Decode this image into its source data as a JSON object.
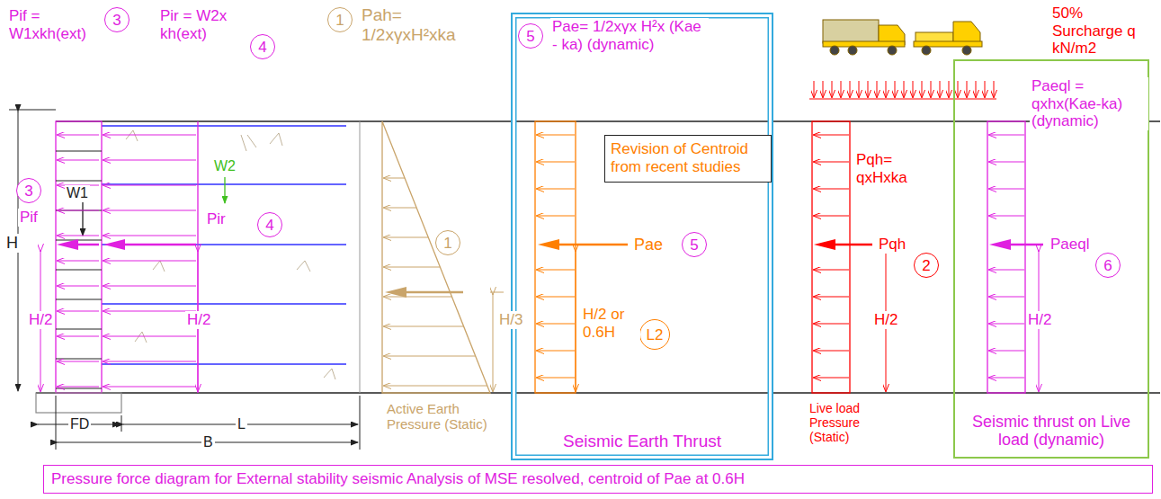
{
  "diagram": {
    "caption": "Pressure force diagram for External stability seismic Analysis of MSE resolved, centroid of Pae at 0.6H",
    "nodes": [
      {
        "text": [
          "3"
        ]
      },
      {
        "text": [
          "4"
        ]
      },
      {
        "text": [
          "1"
        ]
      },
      {
        "text": [
          "Seismic Earth Thrust"
        ]
      },
      {
        "text": [
          "5"
        ],
        "in": 3
      },
      {
        "text": [
          "Revision of Centroid from recent studies"
        ],
        "in": 3
      },
      {
        "text": [
          "5"
        ],
        "in": 3
      },
      {
        "text": [
          "L2"
        ],
        "in": 3
      },
      {
        "text": [
          "3"
        ]
      },
      {
        "text": [
          "4"
        ]
      },
      {
        "text": [
          "1"
        ]
      },
      {
        "text": [
          "2"
        ]
      },
      {
        "text": [
          "Seismic thrust on Live load (dynamic)"
        ]
      },
      {
        "text": [
          "6"
        ],
        "in": 12
      }
    ],
    "labels": [
      "Pif = W1xkh(ext)",
      "Pir = W2x kh(ext)",
      "Pah= 1/2xγxH²xka",
      "Pae= 1/2xγx H²x (Kae - ka) (dynamic)",
      "50% Surcharge q kN/m2",
      "H",
      "Pif",
      "W1",
      "W2",
      "Pir",
      "H/2",
      "H/2",
      "H/3",
      "Pae",
      "H/2 or 0.6H",
      "Pqh= qxHxka",
      "Pqh",
      "H/2",
      "Paeql = qxhx(Kae-ka) (dynamic)",
      "Paeql",
      "H/2",
      "FD",
      "L",
      "B",
      "Active Earth Pressure (Static)",
      "Live load Pressure (Static)"
    ]
  }
}
